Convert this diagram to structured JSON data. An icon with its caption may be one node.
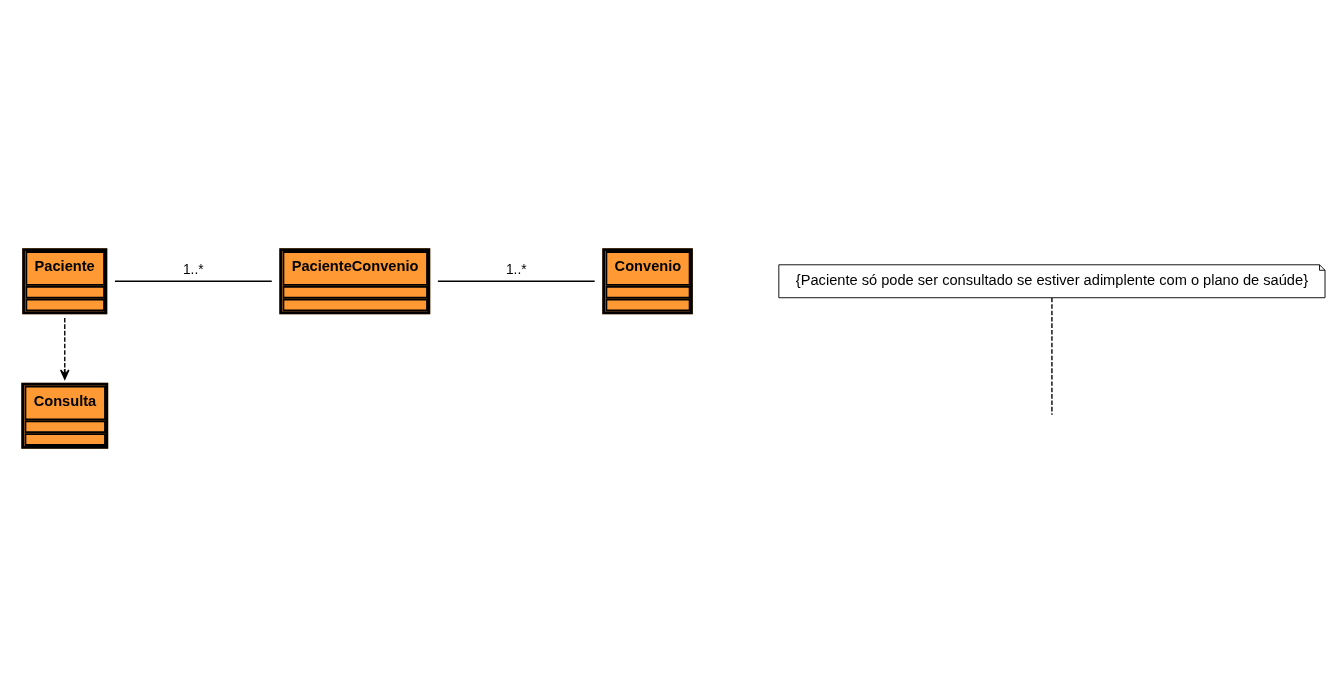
{
  "diagram": {
    "nodes": [
      {
        "text": [
          "Paciente"
        ]
      },
      {
        "text": [
          "PacienteConvenio"
        ]
      },
      {
        "text": [
          "Convenio"
        ]
      },
      {
        "text": [
          "Consulta"
        ]
      },
      {
        "text": [
          "{Paciente só pode ser consultado se estiver adimplente com o plano de saúde}"
        ]
      }
    ],
    "edges": [
      {
        "from": 0,
        "to": 1,
        "arrow": "none",
        "label": "1..*"
      },
      {
        "from": 1,
        "to": 2,
        "arrow": "none",
        "label": "1..*"
      },
      {
        "from": 0,
        "to": 3,
        "arrow": "to",
        "style": "dashed"
      },
      {
        "from": 4,
        "to": null,
        "arrow": "none",
        "style": "dashed"
      }
    ]
  }
}
